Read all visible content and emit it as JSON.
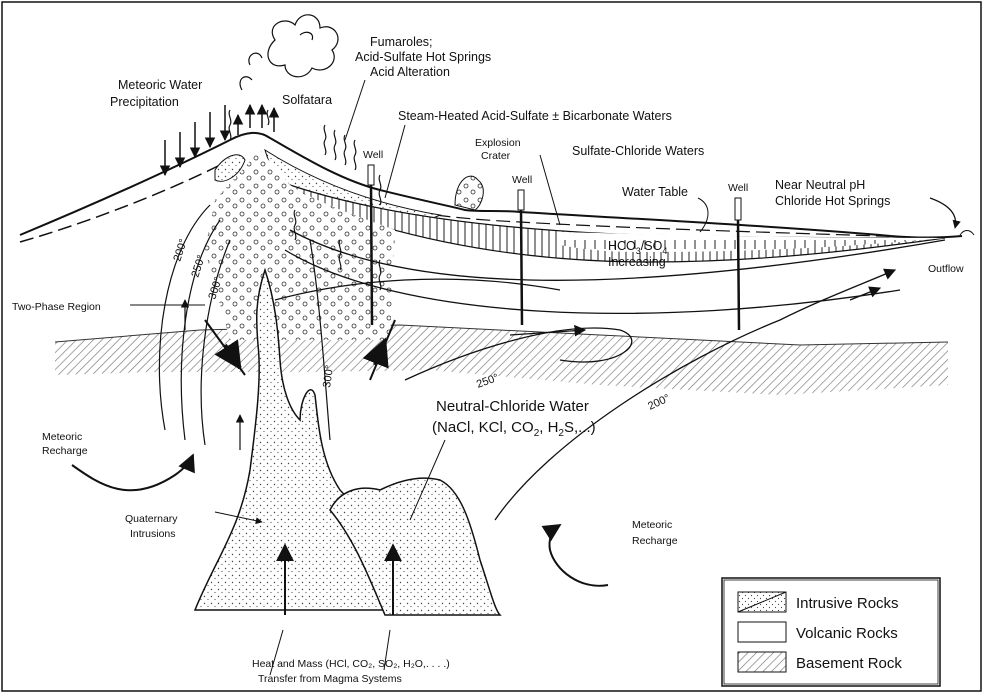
{
  "labels": {
    "fumaroles_1": "Fumaroles;",
    "fumaroles_2": "Acid-Sulfate Hot Springs",
    "fumaroles_3": "Acid Alteration",
    "meteoric_water_1": "Meteoric Water",
    "meteoric_water_2": "Precipitation",
    "solfatara": "Solfatara",
    "steam_heated": "Steam-Heated Acid-Sulfate ± Bicarbonate Waters",
    "explosion_crater_1": "Explosion",
    "explosion_crater_2": "Crater",
    "sulfate_chloride": "Sulfate-Chloride Waters",
    "well_1": "Well",
    "well_2": "Well",
    "well_3": "Well",
    "water_table": "Water Table",
    "near_neutral_1": "Near Neutral pH",
    "near_neutral_2": "Chloride Hot Springs",
    "hco3_base": "HCO",
    "hco3_sub1": "3",
    "hco3_slash": "/SO",
    "hco3_sub2": "4",
    "increasing": "Increasing",
    "outflow": "Outflow",
    "two_phase": "Two-Phase Region",
    "neutral_chloride_1": "Neutral-Chloride Water",
    "neutral_chloride_2": "(NaCl, KCl, CO",
    "neutral_chloride_2b": "2",
    "neutral_chloride_2c": ", H",
    "neutral_chloride_2d": "2",
    "neutral_chloride_2e": "S,...)",
    "meteoric_recharge_left_1": "Meteoric",
    "meteoric_recharge_left_2": "Recharge",
    "meteoric_recharge_right_1": "Meteoric",
    "meteoric_recharge_right_2": "Recharge",
    "quaternary_1": "Quaternary",
    "quaternary_2": "Intrusions",
    "heat_mass_1": "Heat and Mass (HCl, CO₂, SO₂, H₂O,. . . .)",
    "heat_mass_2": "Transfer from Magma Systems",
    "temp_200_left": "200°",
    "temp_250_left": "250°",
    "temp_300_left": "300°",
    "temp_300_mid": "300°",
    "temp_250_mid": "250°",
    "temp_200_right": "200°"
  },
  "legend": {
    "items": [
      {
        "label": "Intrusive Rocks",
        "pattern": "stipple-diagonal"
      },
      {
        "label": "Volcanic Rocks",
        "pattern": "blank"
      },
      {
        "label": "Basement Rock",
        "pattern": "hatch"
      }
    ]
  }
}
